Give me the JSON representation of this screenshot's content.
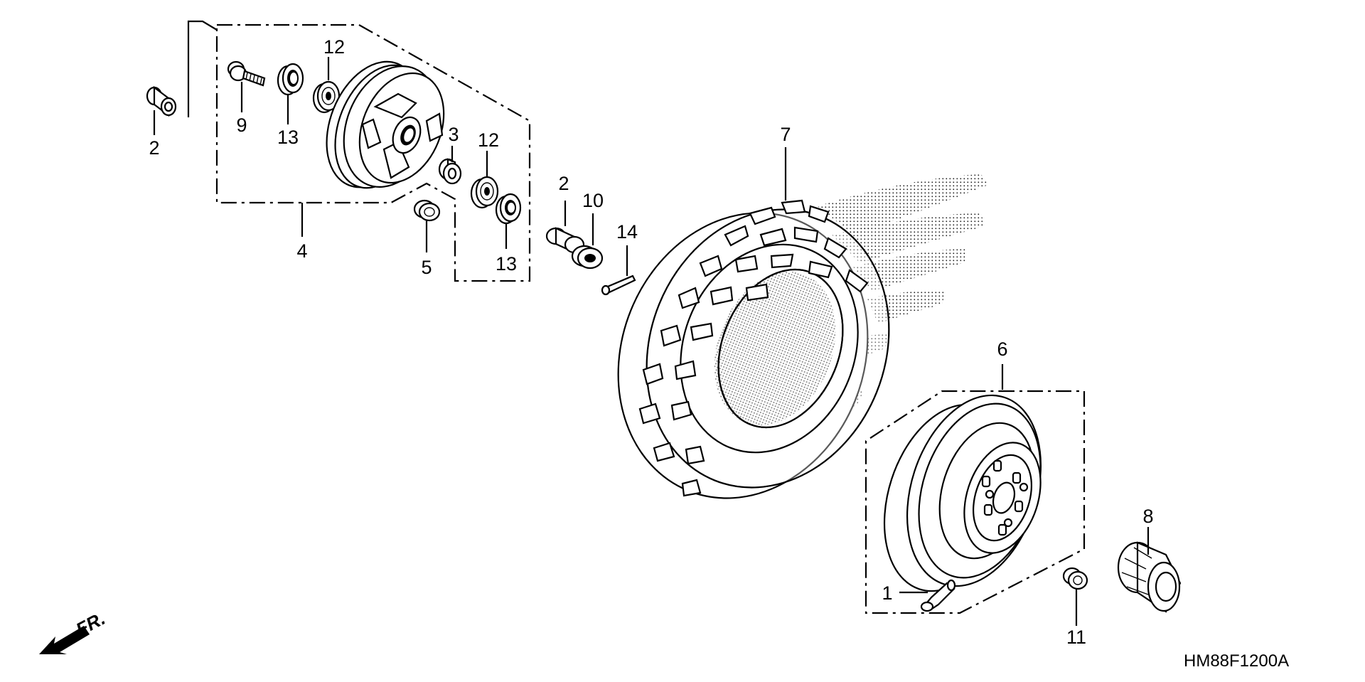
{
  "diagram": {
    "code": "HM88F1200A",
    "direction_label": "FR.",
    "callouts": [
      {
        "id": "1",
        "text": "1"
      },
      {
        "id": "2a",
        "text": "2"
      },
      {
        "id": "2b",
        "text": "2"
      },
      {
        "id": "3",
        "text": "3"
      },
      {
        "id": "4",
        "text": "4"
      },
      {
        "id": "5",
        "text": "5"
      },
      {
        "id": "6",
        "text": "6"
      },
      {
        "id": "7",
        "text": "7"
      },
      {
        "id": "8",
        "text": "8"
      },
      {
        "id": "9",
        "text": "9"
      },
      {
        "id": "10",
        "text": "10"
      },
      {
        "id": "11",
        "text": "11"
      },
      {
        "id": "12a",
        "text": "12"
      },
      {
        "id": "12b",
        "text": "12"
      },
      {
        "id": "13a",
        "text": "13"
      },
      {
        "id": "13b",
        "text": "13"
      },
      {
        "id": "14",
        "text": "14"
      }
    ]
  }
}
